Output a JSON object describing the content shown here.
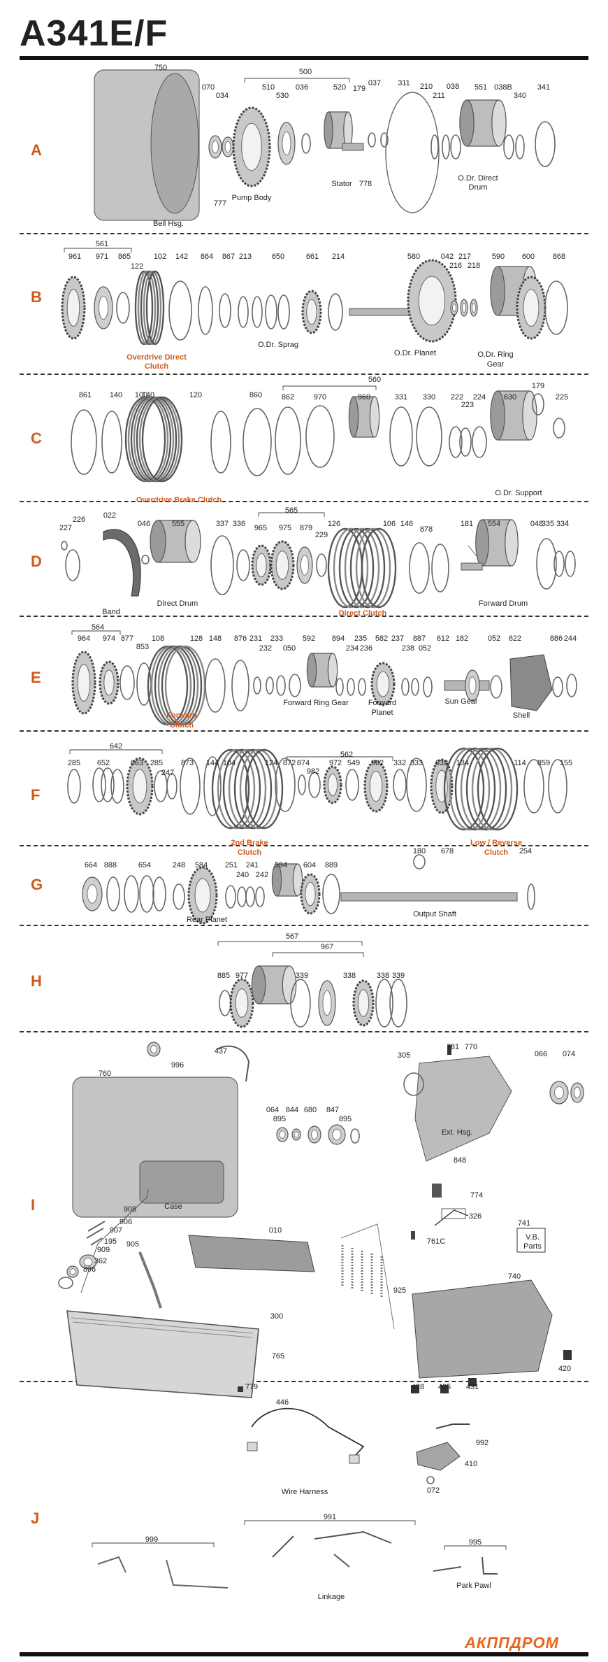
{
  "title": "A341E/F",
  "brand": "АКППДРОМ",
  "colors": {
    "accent": "#d05a1e",
    "brand": "#e8641e",
    "ink": "#222222"
  },
  "sections": {
    "A": {
      "letter": "A",
      "numbers": [
        "750",
        "070",
        "034",
        "500",
        "510",
        "530",
        "036",
        "520",
        "179",
        "037",
        "311",
        "210",
        "211",
        "038",
        "551",
        "038B",
        "340",
        "341",
        "777",
        "778"
      ],
      "labels": [
        "Pump Body",
        "Stator",
        "O.Dr. Direct",
        "Drum",
        "Bell Hsg."
      ],
      "orange": []
    },
    "B": {
      "letter": "B",
      "numbers": [
        "561",
        "961",
        "971",
        "865",
        "122",
        "102",
        "142",
        "864",
        "867",
        "213",
        "650",
        "661",
        "214",
        "580",
        "042",
        "216",
        "217",
        "218",
        "590",
        "600",
        "868"
      ],
      "labels": [
        "O.Dr. Sprag",
        "O.Dr. Planet",
        "O.Dr. Ring",
        "Gear"
      ],
      "orange": [
        "Overdrive Direct",
        "Clutch"
      ]
    },
    "C": {
      "letter": "C",
      "numbers": [
        "560",
        "861",
        "140",
        "100",
        "120",
        "140",
        "860",
        "862",
        "970",
        "960",
        "331",
        "330",
        "222",
        "223",
        "224",
        "630",
        "179",
        "225"
      ],
      "labels": [
        "O.Dr. Support"
      ],
      "orange": [
        "Overdrive Brake Clutch"
      ]
    },
    "D": {
      "letter": "D",
      "numbers": [
        "226",
        "227",
        "022",
        "046",
        "555",
        "337",
        "336",
        "965",
        "975",
        "879",
        "229",
        "565",
        "126",
        "106",
        "146",
        "878",
        "181",
        "554",
        "048",
        "335",
        "334"
      ],
      "labels": [
        "Band",
        "Direct Drum",
        "Forward Drum"
      ],
      "orange": [
        "Direct Clutch"
      ]
    },
    "E": {
      "letter": "E",
      "numbers": [
        "564",
        "964",
        "974",
        "877",
        "853",
        "108",
        "128",
        "148",
        "876",
        "231",
        "232",
        "233",
        "050",
        "592",
        "894",
        "234",
        "235",
        "236",
        "582",
        "237",
        "238",
        "887",
        "052",
        "612",
        "182",
        "052",
        "622",
        "886",
        "244"
      ],
      "labels": [
        "Forward Ring Gear",
        "Forward",
        "Planet",
        "Sun Gear",
        "Shell"
      ],
      "orange": [
        "Forward",
        "Clutch"
      ]
    },
    "F": {
      "letter": "F",
      "numbers": [
        "642",
        "285",
        "652",
        "663",
        "285",
        "247",
        "873",
        "144",
        "104",
        "124",
        "872",
        "874",
        "982",
        "972",
        "549",
        "962",
        "562",
        "332",
        "333",
        "632",
        "134",
        "114",
        "859",
        "155"
      ],
      "labels": [],
      "orange": [
        "2nd Brake",
        "Clutch",
        "Low / Reverse",
        "Clutch"
      ]
    },
    "G": {
      "letter": "G",
      "numbers": [
        "664",
        "888",
        "654",
        "248",
        "584",
        "251",
        "240",
        "241",
        "242",
        "594",
        "604",
        "889",
        "180",
        "678",
        "254"
      ],
      "labels": [
        "Rear Planet",
        "Output Shaft"
      ],
      "orange": []
    },
    "H": {
      "letter": "H",
      "numbers": [
        "567",
        "967",
        "885",
        "977",
        "339",
        "338",
        "338",
        "339"
      ],
      "labels": [],
      "orange": []
    },
    "I": {
      "letter": "I",
      "numbers": [
        "760",
        "996",
        "437",
        "064",
        "895",
        "844",
        "680",
        "847",
        "895",
        "305",
        "781",
        "770",
        "066",
        "074",
        "848",
        "774",
        "326",
        "908",
        "906",
        "907",
        "195",
        "909",
        "362",
        "896",
        "905",
        "010",
        "761C",
        "741",
        "300",
        "765",
        "779",
        "925",
        "740",
        "428",
        "425",
        "431",
        "420"
      ],
      "labels": [
        "Case",
        "Ext. Hsg.",
        "V.B.",
        "Parts"
      ],
      "orange": []
    },
    "J": {
      "letter": "J",
      "numbers": [
        "446",
        "992",
        "410",
        "072",
        "991",
        "999",
        "995"
      ],
      "labels": [
        "Wire Harness",
        "Linkage",
        "Park Pawl"
      ],
      "orange": []
    }
  }
}
